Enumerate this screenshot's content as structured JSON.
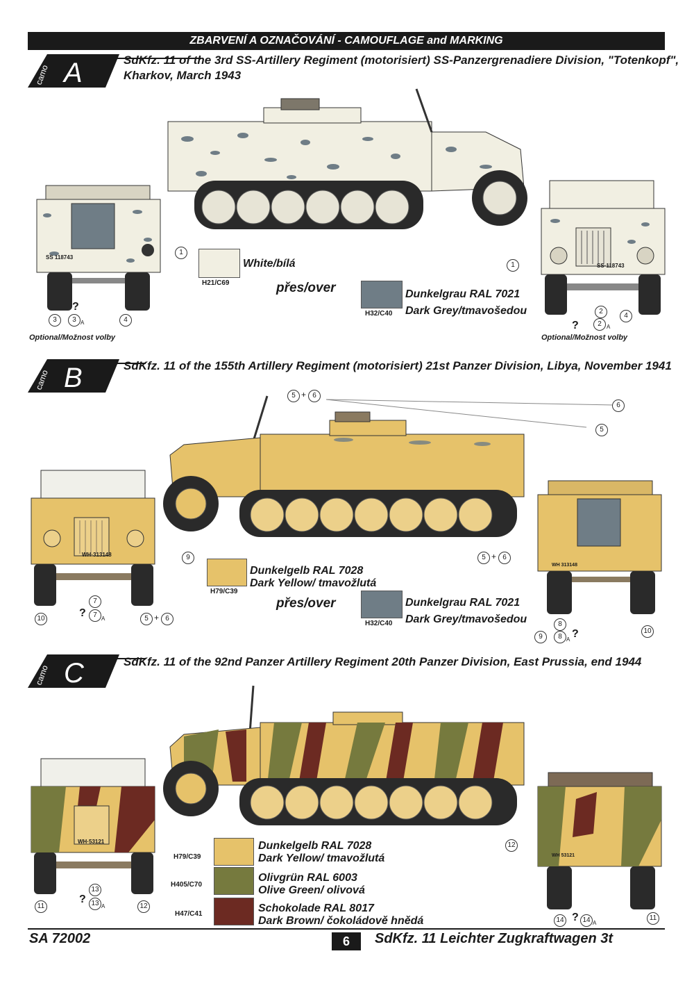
{
  "header": {
    "title": "ZBARVENÍ A OZNAČOVÁNÍ - CAMOUFLAGE and MARKING"
  },
  "colors": {
    "white": "#f1efe2",
    "dark_grey": "#6f7d86",
    "dark_yellow": "#e6c26a",
    "olive": "#767a3e",
    "brown": "#6c2a22",
    "rubber": "#2a2a2a"
  },
  "camo_a": {
    "badge_word": "camo",
    "badge_letter": "A",
    "title_line1": "SdKfz. 11 of the 3rd SS-Artillery Regiment (motorisiert) SS-Panzergrenadiere Division, \"Totenkopf\",",
    "title_line2": "Kharkov, March 1943",
    "paint1_code": "H21/C69",
    "paint1_name": "White/bílá",
    "over": "přes/over",
    "paint2_code": "H32/C40",
    "paint2_name_1": "Dunkelgrau RAL 7021",
    "paint2_name_2": "Dark Grey/tmavošedou",
    "optional_left": "Optional/Možnost volby",
    "optional_right": "Optional/Možnost volby",
    "plate_rear": "SS 118743",
    "plate_front": "SS·118743"
  },
  "camo_b": {
    "badge_word": "camo",
    "badge_letter": "B",
    "title": "SdKfz. 11 of the 155th Artillery Regiment (motorisiert) 21st Panzer Division, Libya, November 1941",
    "paint1_code": "H79/C39",
    "paint1_name_1": "Dunkelgelb RAL 7028",
    "paint1_name_2": "Dark Yellow/ tmavožlutá",
    "over": "přes/over",
    "paint2_code": "H32/C40",
    "paint2_name_1": "Dunkelgrau RAL 7021",
    "paint2_name_2": "Dark Grey/tmavošedou",
    "plate_front": "WH·313148",
    "plate_rear": "WH 313148"
  },
  "camo_c": {
    "badge_word": "camo",
    "badge_letter": "C",
    "title": "SdKfz. 11 of the 92nd  Panzer Artillery Regiment 20th Panzer Division, East Prussia, end 1944",
    "paint1_code": "H79/C39",
    "paint1_name_1": "Dunkelgelb RAL 7028",
    "paint1_name_2": "Dark Yellow/ tmavožlutá",
    "paint2_code": "H405/C70",
    "paint2_name_1": "Olivgrün RAL 6003",
    "paint2_name_2": "Olive Green/ olivová",
    "paint3_code": "H47/C41",
    "paint3_name_1": "Schokolade RAL 8017",
    "paint3_name_2": "Dark Brown/ čokoládově hnědá",
    "plate_front": "WH·53121",
    "plate_rear": "WH 53121"
  },
  "callouts": {
    "c1": "1",
    "c2": "2",
    "c3": "3",
    "c4": "4",
    "c5": "5",
    "c6": "6",
    "c7": "7",
    "c8": "8",
    "c9": "9",
    "c10": "10",
    "c11": "11",
    "c12": "12",
    "c13": "13",
    "c14": "14",
    "q": "?",
    "sub_a": "A",
    "plus": "+"
  },
  "footer": {
    "code": "SA 72002",
    "page": "6",
    "title": "SdKfz. 11 Leichter Zugkraftwagen 3t"
  }
}
